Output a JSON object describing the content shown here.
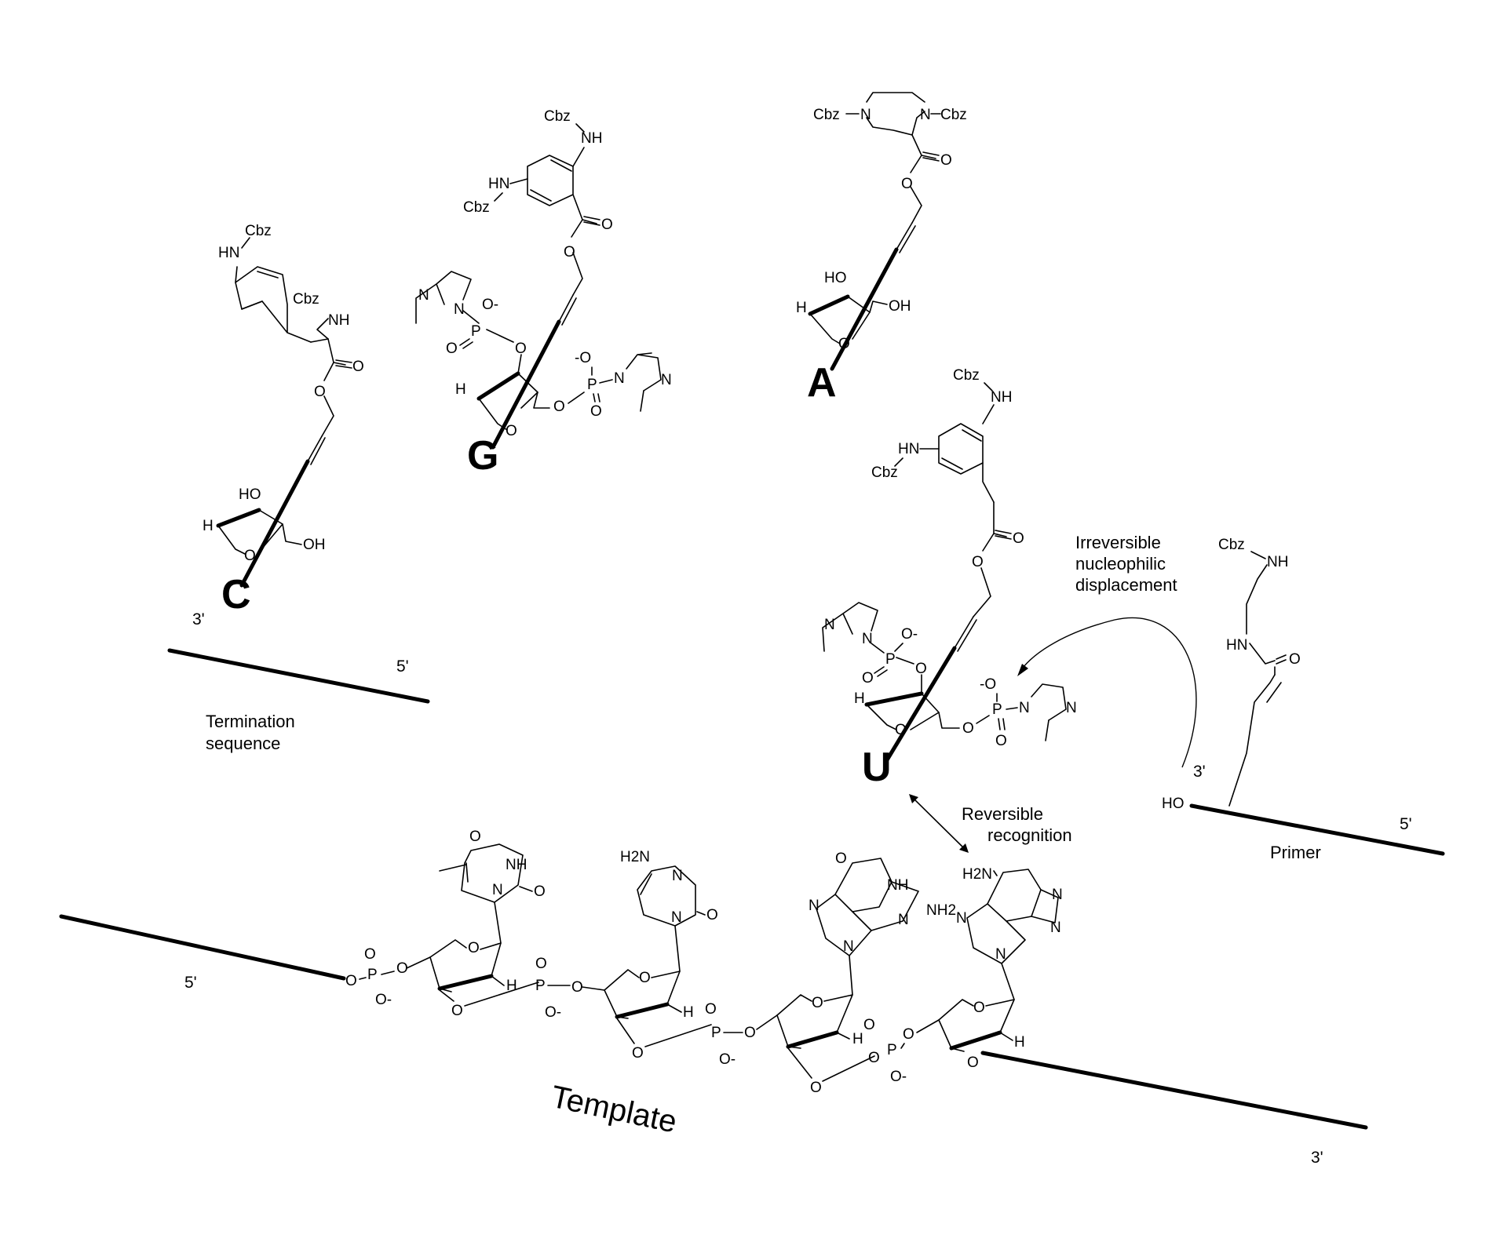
{
  "figure": {
    "labels": {
      "termination": [
        "Termination",
        "sequence"
      ],
      "template": "Template",
      "primer": "Primer",
      "irreversible": [
        "Irreversible",
        "nucleophilic",
        "displacement"
      ],
      "reversible": [
        "Reversible",
        "recognition"
      ]
    },
    "strand_ends": {
      "termination_3": "3'",
      "termination_5": "5'",
      "template_5": "5'",
      "template_3": "3'",
      "primer_3": "3'",
      "primer_5": "5'"
    },
    "bases": {
      "C": "C",
      "G": "G",
      "A": "A",
      "U": "U"
    },
    "atoms": {
      "Cbz": "Cbz",
      "NH": "NH",
      "HN": "HN",
      "HO": "HO",
      "OH": "OH",
      "O": "O",
      "H": "H",
      "N": "N",
      "P": "P",
      "Ominus": "O-",
      "minusO": "-O",
      "H2N": "H2N",
      "NH2": "NH2"
    }
  }
}
